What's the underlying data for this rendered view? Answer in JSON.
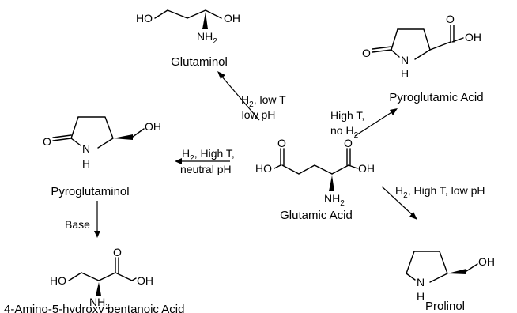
{
  "compounds": {
    "glutaminol": "Glutaminol",
    "pyroglutamic_acid": "Pyroglutamic Acid",
    "pyroglutaminol": "Pyroglutaminol",
    "glutamic_acid": "Glutamic Acid",
    "amino_acid": "4-Amino-5-hydroxy pentanoic Acid",
    "prolinol": "Prolinol"
  },
  "atoms": {
    "ho": "HO",
    "oh": "OH",
    "o": "O",
    "n": "N",
    "h": "H",
    "nh": "NH",
    "sub2": "2"
  },
  "conditions": {
    "to_glutaminol": [
      "H",
      "2",
      ", low T",
      "low pH"
    ],
    "to_pyroglutamic": [
      "High T,",
      "no H",
      "2"
    ],
    "to_pyroglutaminol": [
      "H",
      "2",
      ", High T,",
      "neutral pH"
    ],
    "to_prolinol": [
      "H",
      "2",
      ", High T, low pH"
    ],
    "base": "Base"
  }
}
